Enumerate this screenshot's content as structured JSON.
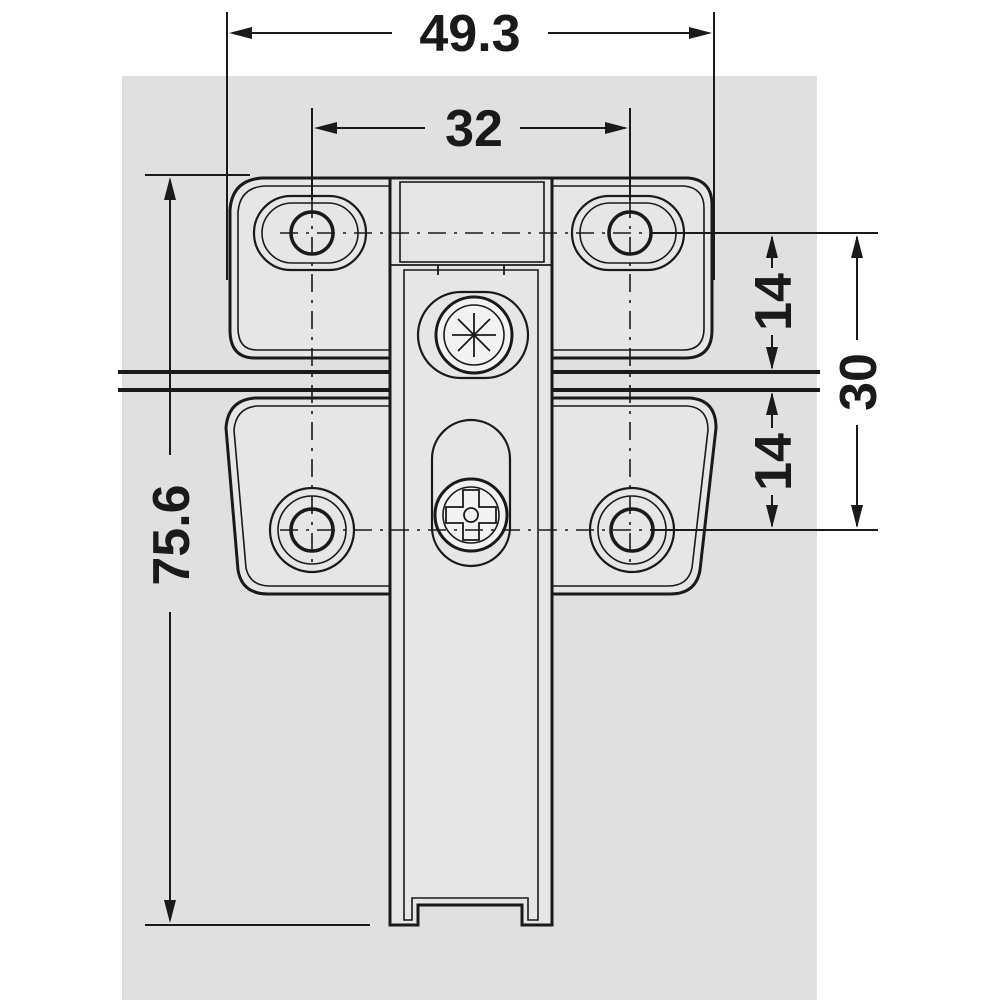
{
  "diagram": {
    "colors": {
      "background": "#ffffff",
      "panel": "#e0e0e0",
      "part_fill": "#e6e6e6",
      "line": "#1a1a1a"
    },
    "dimensions": {
      "overall_width": "49.3",
      "hole_spacing": "32",
      "overall_height": "75.6",
      "vertical_span": "30",
      "upper_offset": "14",
      "lower_offset": "14"
    }
  }
}
